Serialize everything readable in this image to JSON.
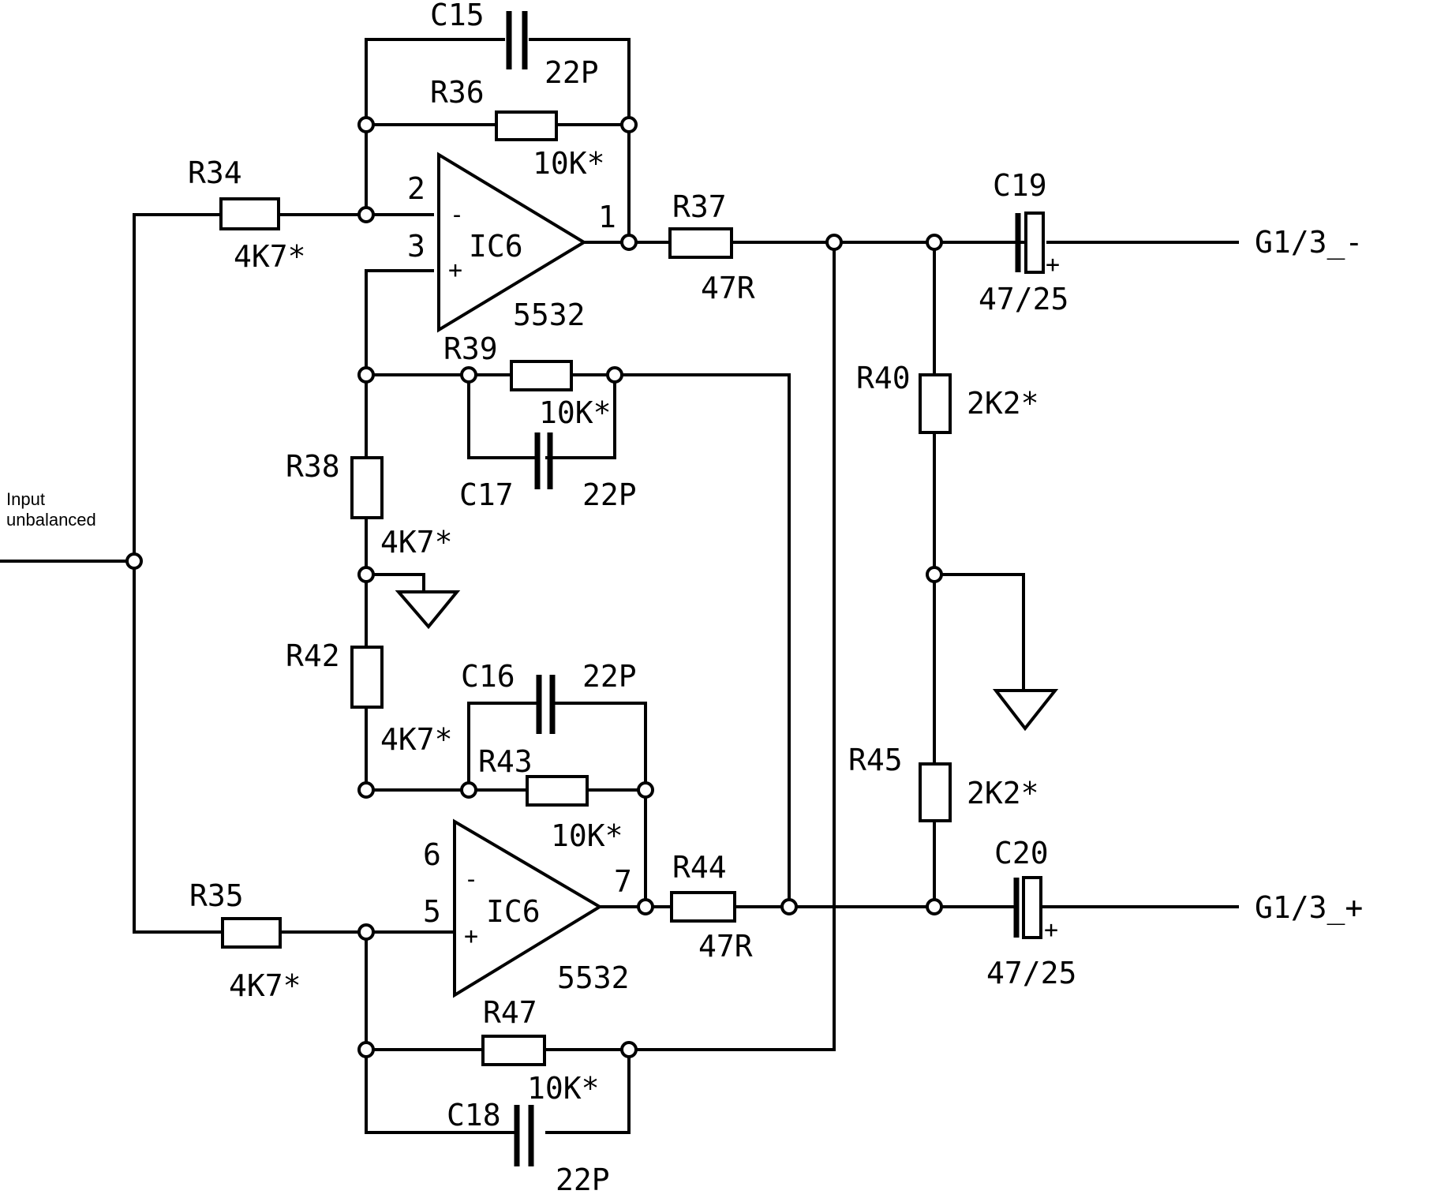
{
  "input_label": [
    "Input",
    "unbalanced"
  ],
  "outputs": {
    "negative": "G1/3_-",
    "positive": "G1/3_+"
  },
  "components": {
    "C15": {
      "ref": "C15",
      "value": "22P"
    },
    "R36": {
      "ref": "R36",
      "value": "10K*"
    },
    "R34": {
      "ref": "R34",
      "value": "4K7*"
    },
    "R37": {
      "ref": "R37",
      "value": "47R"
    },
    "C19": {
      "ref": "C19",
      "value": "47/25"
    },
    "R39": {
      "ref": "R39",
      "value": "10K*"
    },
    "C17": {
      "ref": "C17",
      "value": "22P"
    },
    "R38": {
      "ref": "R38",
      "value": "4K7*"
    },
    "R40": {
      "ref": "R40",
      "value": "2K2*"
    },
    "R42": {
      "ref": "R42",
      "value": "4K7*"
    },
    "C16": {
      "ref": "C16",
      "value": "22P"
    },
    "R43": {
      "ref": "R43",
      "value": "10K*"
    },
    "R45": {
      "ref": "R45",
      "value": "2K2*"
    },
    "R44": {
      "ref": "R44",
      "value": "47R"
    },
    "C20": {
      "ref": "C20",
      "value": "47/25"
    },
    "R35": {
      "ref": "R35",
      "value": "4K7*"
    },
    "R47": {
      "ref": "R47",
      "value": "10K*"
    },
    "C18": {
      "ref": "C18",
      "value": "22P"
    }
  },
  "ic_top": {
    "ref": "IC6",
    "part": "5532",
    "pin_inv": "2",
    "pin_noninv": "3",
    "pin_out": "1",
    "minus": "-",
    "plus": "+"
  },
  "ic_bottom": {
    "ref": "IC6",
    "part": "5532",
    "pin_inv": "6",
    "pin_noninv": "5",
    "pin_out": "7",
    "minus": "-",
    "plus": "+"
  },
  "polarity_plus": "+"
}
